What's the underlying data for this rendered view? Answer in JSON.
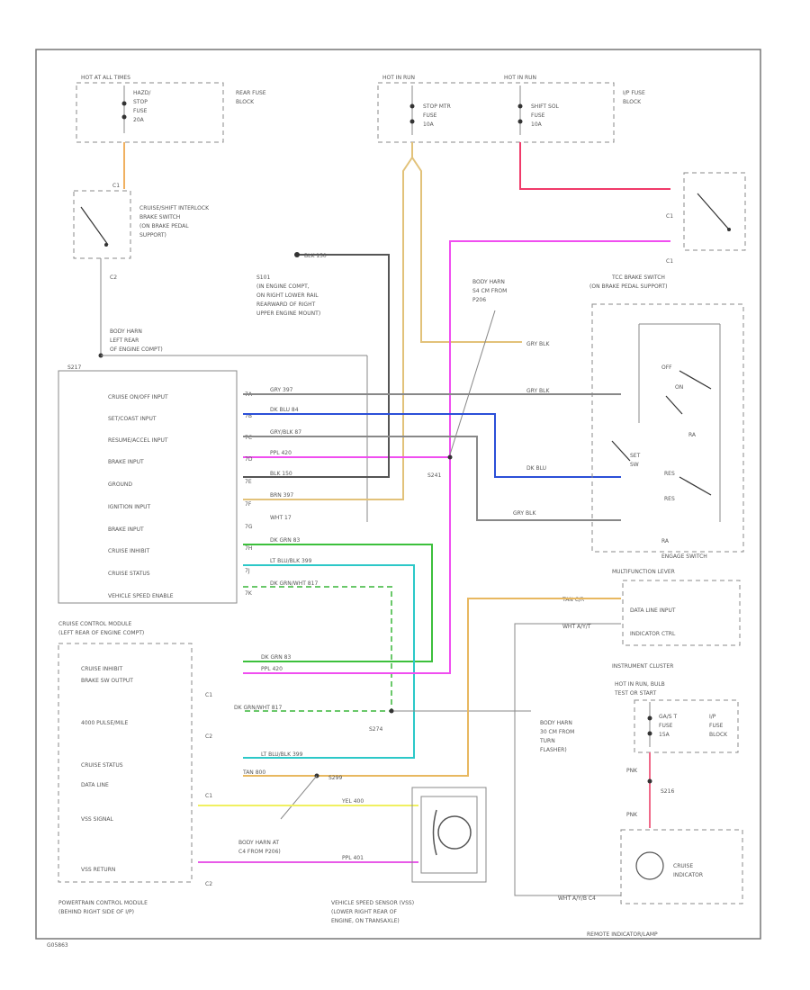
{
  "hot_at_all_times": "HOT AT ALL TIMES",
  "hazard_stop_fuse": [
    "HAZD/",
    "STOP",
    "FUSE",
    "20A"
  ],
  "rear_fuse_block": [
    "REAR FUSE",
    "BLOCK"
  ],
  "hot_in_run_1": "HOT IN RUN",
  "hot_in_run_2": "HOT IN RUN",
  "stop_mtr_fuse": [
    "STOP MTR",
    "FUSE",
    "10A"
  ],
  "shift_sol_fuse": [
    "SHIFT SOL",
    "FUSE",
    "10A"
  ],
  "ip_fuse_block": [
    "I/P FUSE",
    "BLOCK"
  ],
  "interlock_switch": [
    "CRUISE/SHIFT INTERLOCK",
    "BRAKE SWITCH",
    "(ON BRAKE PEDAL",
    "SUPPORT)"
  ],
  "c1_top": "C1",
  "c2_left": "C2",
  "s101": [
    "S101",
    "(IN ENGINE COMPT,",
    "ON RIGHT LOWER RAIL",
    "REARWARD OF RIGHT",
    "UPPER ENGINE MOUNT)"
  ],
  "body_harn_left_rear": [
    "BODY HARN",
    "LEFT REAR",
    "OF ENGINE COMPT)"
  ],
  "body_harn_s4": [
    "BODY HARN",
    "S4 CM FROM",
    "P206"
  ],
  "tcc_brake_switch": [
    "C1",
    "C1",
    "TCC BRAKE SWITCH",
    "(ON BRAKE PEDAL SUPPORT)"
  ],
  "s217": "S217",
  "cruise_inputs": [
    "CRUISE ON/OFF INPUT",
    "SET/COAST INPUT",
    "RESUME/ACCEL INPUT",
    "BRAKE INPUT",
    "GROUND",
    "IGNITION INPUT",
    "BRAKE INPUT",
    "CRUISE INHIBIT",
    "CRUISE STATUS",
    "VEHICLE SPEED ENABLE"
  ],
  "pins": [
    "7A",
    "7B",
    "7C",
    "7D",
    "7E",
    "7F",
    "7G",
    "7H",
    "7J",
    "7K"
  ],
  "wire_labels": [
    "GRY  397",
    "DK BLU  84",
    "GRY/BLK  87",
    "PPL  420",
    "BLK  150",
    "BRN  397",
    "WHT  17",
    "DK GRN  83",
    "LT BLU/BLK  399",
    "DK GRN/WHT  817"
  ],
  "s241": "S241",
  "switch_labels": [
    "GRY  BLK",
    "GRY  BLK",
    "DK BLU",
    "GRY BLK",
    "OFF",
    "ON",
    "RES",
    "SET",
    "SW",
    "RA"
  ],
  "engine_switch": "ENGAGE SWITCH",
  "multifunction_lever": "MULTIFUNCTION LEVER",
  "mfl_labels": [
    "TAN  C/R",
    "DATA LINE INPUT",
    "WHT  A/Y/T",
    "INDICATOR CTRL"
  ],
  "module_title": [
    "CRUISE CONTROL MODULE",
    "(LEFT REAR OF ENGINE COMPT)"
  ],
  "pcm_pins": [
    "CRUISE INHIBIT",
    "BRAKE SW OUTPUT",
    "4000 PULSE/MILE",
    "CRUISE STATUS",
    "DATA LINE",
    "VSS SIGNAL",
    "VSS RETURN"
  ],
  "pcm_conn": [
    "C1",
    "C2",
    "C1",
    "C2"
  ],
  "pcm_wire_labels": [
    "DK GRN  83",
    "PPL  420",
    "DK GRN/WHT  817",
    "LT BLU/BLK  399",
    "TAN  800",
    "YEL  400",
    "PPL  401"
  ],
  "s274": "S274",
  "s299": "S299",
  "s216": "S216",
  "body_harn_turn": [
    "BODY HARN",
    "30 CM FROM",
    "TURN",
    "FLASHER)"
  ],
  "body_harn_c4": [
    "BODY HARN AT",
    "C4 FROM P206)"
  ],
  "instrument_cluster": "INSTRUMENT CLUSTER",
  "hot_in_run_bulb": [
    "HOT IN RUN, BULB",
    "TEST OR START"
  ],
  "gauge_fuse": [
    "GA/S T",
    "FUSE",
    "15A"
  ],
  "ip_fuse_block2": [
    "I/P",
    "FUSE",
    "BLOCK"
  ],
  "pnk_labels": [
    "PNK",
    "PNK"
  ],
  "cruise_indicator": [
    "CRUISE",
    "INDICATOR"
  ],
  "wht_label": "WHT  A/Y/B  C4",
  "pcm_title": [
    "POWERTRAIN CONTROL MODULE",
    "(BEHIND RIGHT SIDE OF I/P)"
  ],
  "vss_title": [
    "VEHICLE SPEED SENSOR (VSS)",
    "(LOWER RIGHT REAR OF",
    "ENGINE, ON TRANSAXLE)"
  ],
  "remote_indicator": "REMOTE INDICATOR/LAMP",
  "figure_id": "G05863"
}
